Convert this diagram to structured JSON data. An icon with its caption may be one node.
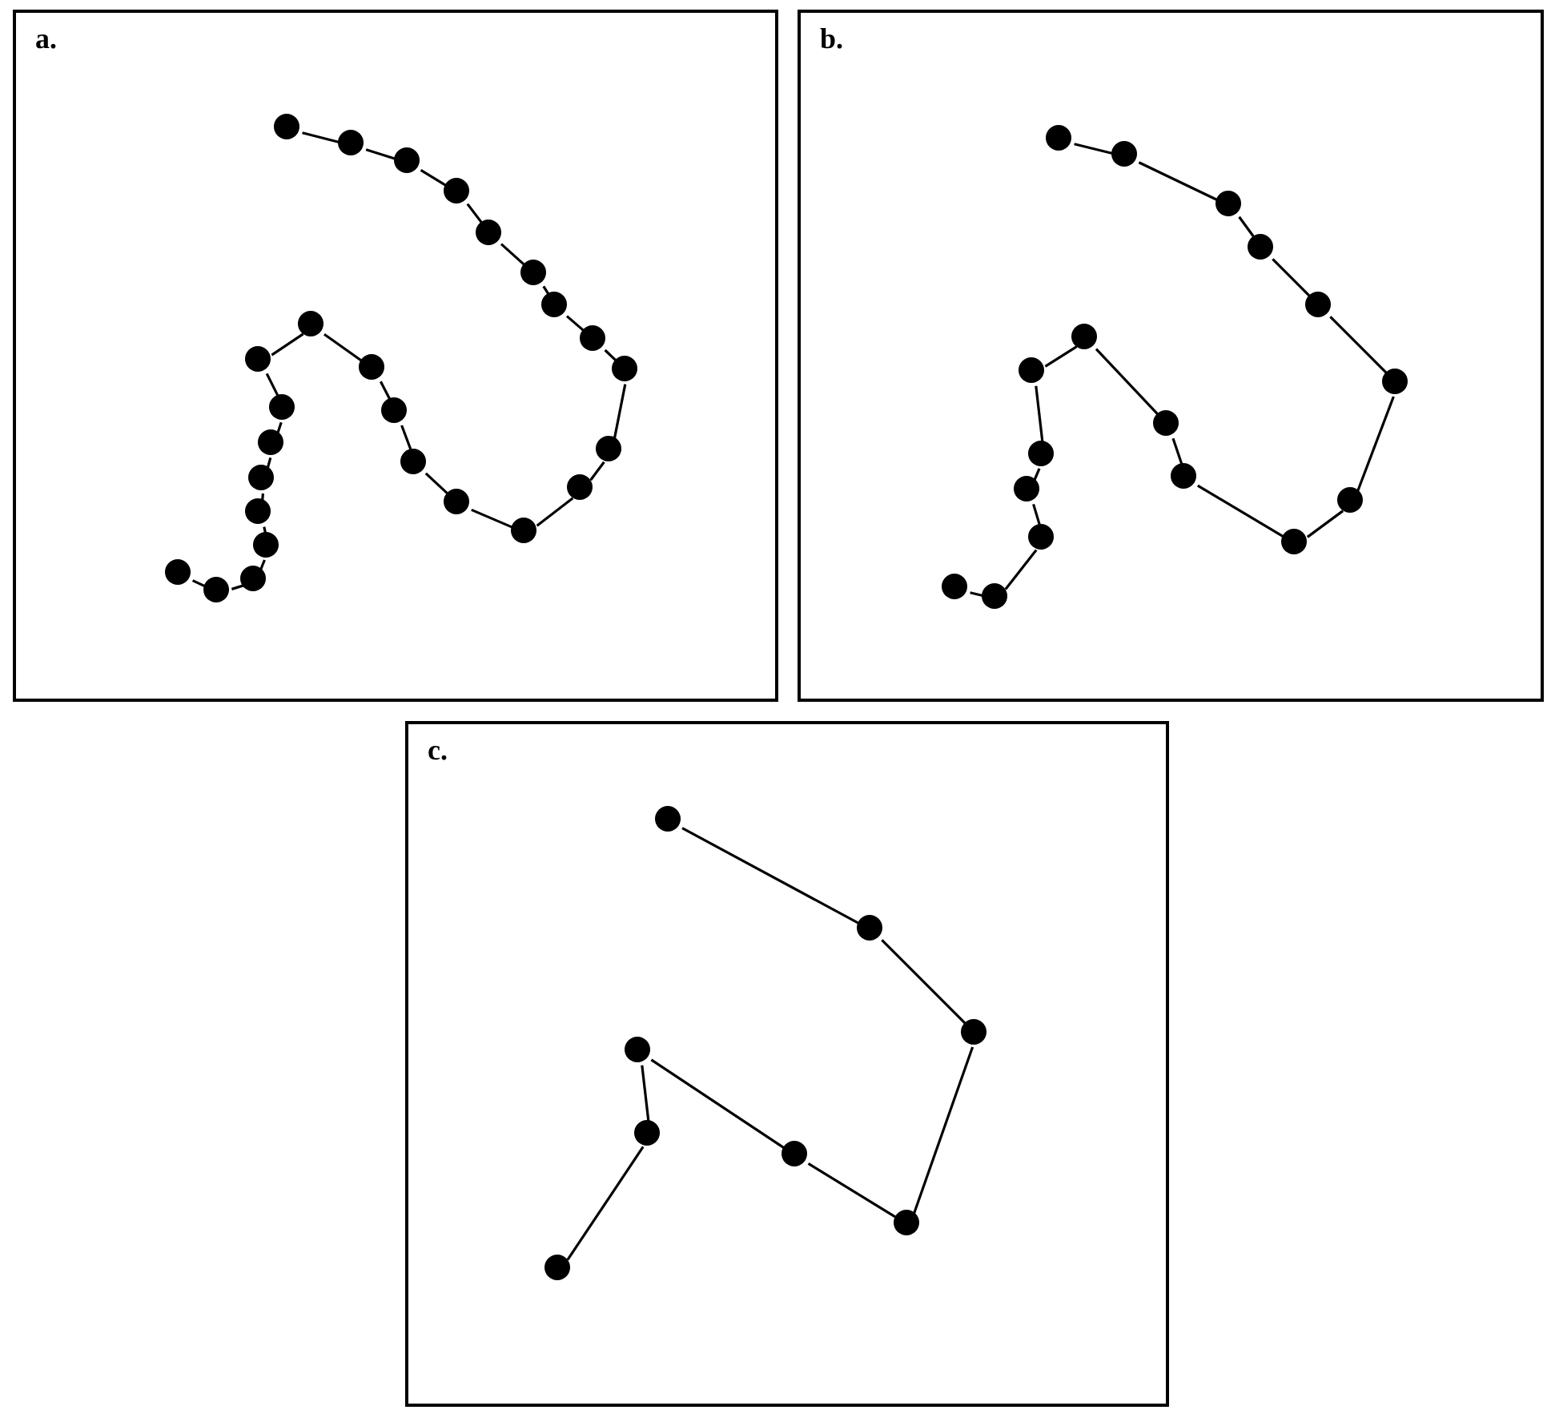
{
  "diagram": {
    "nodes": [
      {
        "text": [
          "a."
        ]
      },
      {
        "text": [],
        "shape": "circle",
        "in": 0
      },
      {
        "text": [],
        "shape": "circle",
        "in": 0
      },
      {
        "text": [],
        "shape": "circle",
        "in": 0
      },
      {
        "text": [],
        "shape": "circle",
        "in": 0
      },
      {
        "text": [],
        "shape": "circle",
        "in": 0
      },
      {
        "text": [],
        "shape": "circle",
        "in": 0
      },
      {
        "text": [],
        "shape": "circle",
        "in": 0
      },
      {
        "text": [],
        "shape": "circle",
        "in": 0
      },
      {
        "text": [],
        "shape": "circle",
        "in": 0
      },
      {
        "text": [],
        "shape": "circle",
        "in": 0
      },
      {
        "text": [],
        "shape": "circle",
        "in": 0
      },
      {
        "text": [],
        "shape": "circle",
        "in": 0
      },
      {
        "text": [],
        "shape": "circle",
        "in": 0
      },
      {
        "text": [],
        "shape": "circle",
        "in": 0
      },
      {
        "text": [],
        "shape": "circle",
        "in": 0
      },
      {
        "text": [],
        "shape": "circle",
        "in": 0
      },
      {
        "text": [],
        "shape": "circle",
        "in": 0
      },
      {
        "text": [],
        "shape": "circle",
        "in": 0
      },
      {
        "text": [],
        "shape": "circle",
        "in": 0
      },
      {
        "text": [],
        "shape": "circle",
        "in": 0
      },
      {
        "text": [],
        "shape": "circle",
        "in": 0
      },
      {
        "text": [],
        "shape": "circle",
        "in": 0
      },
      {
        "text": [],
        "shape": "circle",
        "in": 0
      },
      {
        "text": [],
        "shape": "circle",
        "in": 0
      },
      {
        "text": [],
        "shape": "circle",
        "in": 0
      },
      {
        "text": [],
        "shape": "circle",
        "in": 0
      },
      {
        "text": [
          "b."
        ]
      },
      {
        "text": [],
        "shape": "circle",
        "in": 27
      },
      {
        "text": [],
        "shape": "circle",
        "in": 27
      },
      {
        "text": [],
        "shape": "circle",
        "in": 27
      },
      {
        "text": [],
        "shape": "circle",
        "in": 27
      },
      {
        "text": [],
        "shape": "circle",
        "in": 27
      },
      {
        "text": [],
        "shape": "circle",
        "in": 27
      },
      {
        "text": [],
        "shape": "circle",
        "in": 27
      },
      {
        "text": [],
        "shape": "circle",
        "in": 27
      },
      {
        "text": [],
        "shape": "circle",
        "in": 27
      },
      {
        "text": [],
        "shape": "circle",
        "in": 27
      },
      {
        "text": [],
        "shape": "circle",
        "in": 27
      },
      {
        "text": [],
        "shape": "circle",
        "in": 27
      },
      {
        "text": [],
        "shape": "circle",
        "in": 27
      },
      {
        "text": [],
        "shape": "circle",
        "in": 27
      },
      {
        "text": [],
        "shape": "circle",
        "in": 27
      },
      {
        "text": [],
        "shape": "circle",
        "in": 27
      },
      {
        "text": [],
        "shape": "circle",
        "in": 27
      },
      {
        "text": [
          "c."
        ]
      },
      {
        "text": [],
        "shape": "circle",
        "in": 45
      },
      {
        "text": [],
        "shape": "circle",
        "in": 45
      },
      {
        "text": [],
        "shape": "circle",
        "in": 45
      },
      {
        "text": [],
        "shape": "circle",
        "in": 45
      },
      {
        "text": [],
        "shape": "circle",
        "in": 45
      },
      {
        "text": [],
        "shape": "circle",
        "in": 45
      },
      {
        "text": [],
        "shape": "circle",
        "in": 45
      },
      {
        "text": [],
        "shape": "circle",
        "in": 45
      }
    ],
    "edges": [
      {
        "from": 1,
        "to": 2,
        "arrow": "none"
      },
      {
        "from": 2,
        "to": 3,
        "arrow": "none"
      },
      {
        "from": 3,
        "to": 4,
        "arrow": "none"
      },
      {
        "from": 4,
        "to": 5,
        "arrow": "none"
      },
      {
        "from": 5,
        "to": 6,
        "arrow": "none"
      },
      {
        "from": 6,
        "to": 7,
        "arrow": "none"
      },
      {
        "from": 7,
        "to": 8,
        "arrow": "none"
      },
      {
        "from": 8,
        "to": 9,
        "arrow": "none"
      },
      {
        "from": 9,
        "to": 10,
        "arrow": "none"
      },
      {
        "from": 10,
        "to": 11,
        "arrow": "none"
      },
      {
        "from": 11,
        "to": 12,
        "arrow": "none"
      },
      {
        "from": 12,
        "to": 13,
        "arrow": "none"
      },
      {
        "from": 13,
        "to": 14,
        "arrow": "none"
      },
      {
        "from": 14,
        "to": 15,
        "arrow": "none"
      },
      {
        "from": 15,
        "to": 16,
        "arrow": "none"
      },
      {
        "from": 16,
        "to": 17,
        "arrow": "none"
      },
      {
        "from": 17,
        "to": 18,
        "arrow": "none"
      },
      {
        "from": 18,
        "to": 19,
        "arrow": "none"
      },
      {
        "from": 19,
        "to": 20,
        "arrow": "none"
      },
      {
        "from": 20,
        "to": 21,
        "arrow": "none"
      },
      {
        "from": 21,
        "to": 22,
        "arrow": "none"
      },
      {
        "from": 22,
        "to": 23,
        "arrow": "none"
      },
      {
        "from": 23,
        "to": 24,
        "arrow": "none"
      },
      {
        "from": 24,
        "to": 25,
        "arrow": "none"
      },
      {
        "from": 25,
        "to": 26,
        "arrow": "none"
      },
      {
        "from": 28,
        "to": 29,
        "arrow": "none"
      },
      {
        "from": 29,
        "to": 30,
        "arrow": "none"
      },
      {
        "from": 30,
        "to": 31,
        "arrow": "none"
      },
      {
        "from": 31,
        "to": 32,
        "arrow": "none"
      },
      {
        "from": 32,
        "to": 33,
        "arrow": "none"
      },
      {
        "from": 33,
        "to": 34,
        "arrow": "none"
      },
      {
        "from": 34,
        "to": 35,
        "arrow": "none"
      },
      {
        "from": 35,
        "to": 36,
        "arrow": "none"
      },
      {
        "from": 36,
        "to": 37,
        "arrow": "none"
      },
      {
        "from": 37,
        "to": 38,
        "arrow": "none"
      },
      {
        "from": 38,
        "to": 39,
        "arrow": "none"
      },
      {
        "from": 39,
        "to": 40,
        "arrow": "none"
      },
      {
        "from": 40,
        "to": 41,
        "arrow": "none"
      },
      {
        "from": 41,
        "to": 42,
        "arrow": "none"
      },
      {
        "from": 42,
        "to": 43,
        "arrow": "none"
      },
      {
        "from": 43,
        "to": 44,
        "arrow": "none"
      },
      {
        "from": 46,
        "to": 47,
        "arrow": "none"
      },
      {
        "from": 47,
        "to": 48,
        "arrow": "none"
      },
      {
        "from": 48,
        "to": 49,
        "arrow": "none"
      },
      {
        "from": 49,
        "to": 50,
        "arrow": "none"
      },
      {
        "from": 50,
        "to": 51,
        "arrow": "none"
      },
      {
        "from": 51,
        "to": 52,
        "arrow": "none"
      },
      {
        "from": 52,
        "to": 53,
        "arrow": "none"
      }
    ]
  }
}
